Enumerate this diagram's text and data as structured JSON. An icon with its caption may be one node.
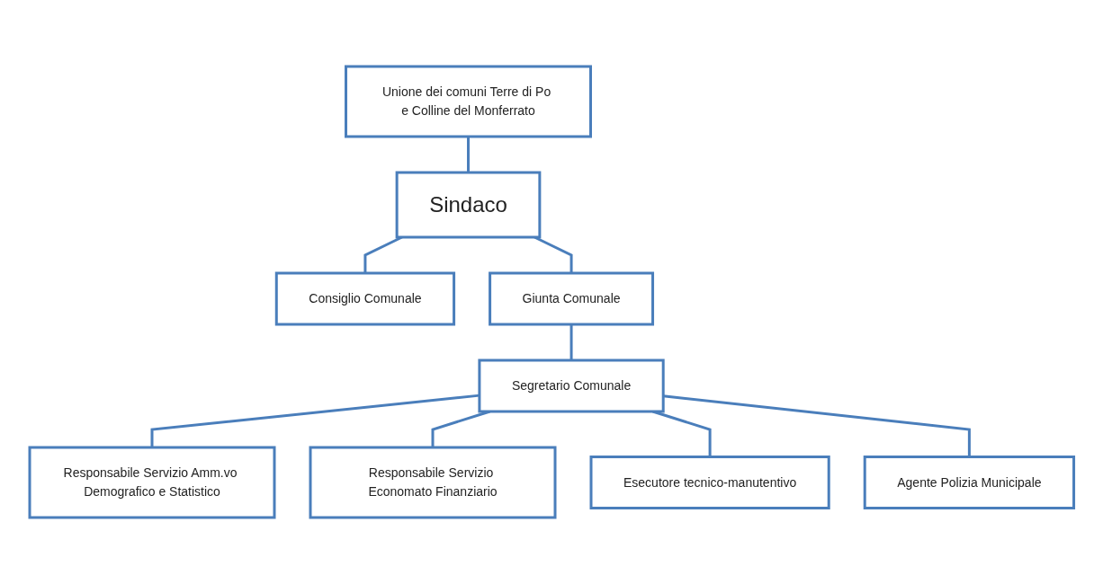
{
  "diagram": {
    "nodes": [
      {
        "text": [
          "Unione dei comuni Terre di Po e Colline del Monferrato"
        ]
      },
      {
        "text": [
          "Sindaco"
        ]
      },
      {
        "text": [
          "Consiglio Comunale"
        ]
      },
      {
        "text": [
          "Giunta Comunale"
        ]
      },
      {
        "text": [
          "Segretario Comunale"
        ]
      },
      {
        "text": [
          "Responsabile Servizio Amm.vo Demografico e Statistico"
        ]
      },
      {
        "text": [
          "Responsabile Servizio Economato Finanziario"
        ]
      },
      {
        "text": [
          "Esecutore tecnico-manutentivo"
        ]
      },
      {
        "text": [
          "Agente Polizia Municipale"
        ]
      }
    ],
    "edges": [
      {
        "from": 0,
        "to": 1,
        "arrow": "none"
      },
      {
        "from": 1,
        "to": 2,
        "arrow": "none"
      },
      {
        "from": 1,
        "to": 3,
        "arrow": "none"
      },
      {
        "from": 3,
        "to": 4,
        "arrow": "none"
      },
      {
        "from": 4,
        "to": 5,
        "arrow": "none"
      },
      {
        "from": 4,
        "to": 6,
        "arrow": "none"
      },
      {
        "from": 4,
        "to": 7,
        "arrow": "none"
      },
      {
        "from": 4,
        "to": 8,
        "arrow": "none"
      }
    ]
  }
}
